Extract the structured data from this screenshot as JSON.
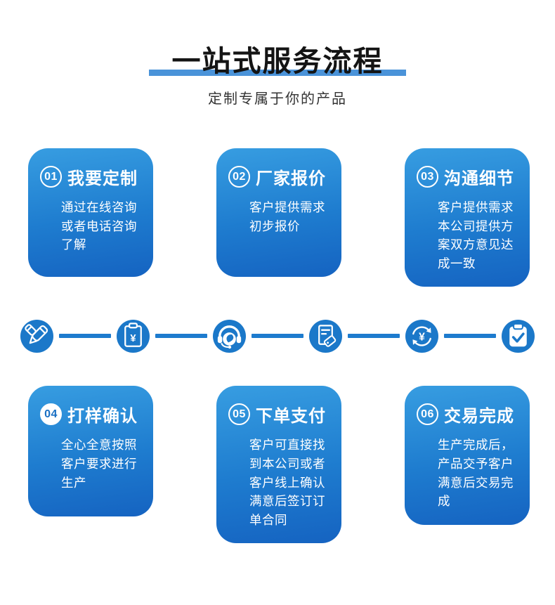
{
  "header": {
    "title": "一站式服务流程",
    "subtitle": "定制专属于你的产品",
    "underline_color": "#4a93d9"
  },
  "colors": {
    "icon_circle_blue": "#1b78c9",
    "connector_blue": "#1d7bce",
    "card_gradient_top": "#379de1",
    "card_gradient_bottom": "#1563c1",
    "badge_filled_text": "#186fc3",
    "title_text": "#141414",
    "subtitle_text": "#333333"
  },
  "glyphs": {
    "yen": "¥"
  },
  "flow_icons": [
    {
      "name": "design-pens-icon"
    },
    {
      "name": "invoice-yen-icon"
    },
    {
      "name": "customer-service-icon"
    },
    {
      "name": "document-tag-icon"
    },
    {
      "name": "currency-exchange-icon"
    },
    {
      "name": "order-complete-icon"
    }
  ],
  "steps": [
    {
      "num": "01",
      "title": "我要定制",
      "body": "通过在线咨询或者电话咨询了解",
      "badge_style": "outline"
    },
    {
      "num": "02",
      "title": "厂家报价",
      "body": "客户提供需求初步报价",
      "badge_style": "outline"
    },
    {
      "num": "03",
      "title": "沟通细节",
      "body": "客户提供需求本公司提供方案双方意见达成一致",
      "badge_style": "outline"
    },
    {
      "num": "04",
      "title": "打样确认",
      "body": "全心全意按照客户要求进行生产",
      "badge_style": "filled"
    },
    {
      "num": "05",
      "title": "下单支付",
      "body": "客户可直接找到本公司或者客户线上确认满意后签订订单合同",
      "badge_style": "outline"
    },
    {
      "num": "06",
      "title": "交易完成",
      "body": "生产完成后，产品交予客户满意后交易完成",
      "badge_style": "outline"
    }
  ]
}
